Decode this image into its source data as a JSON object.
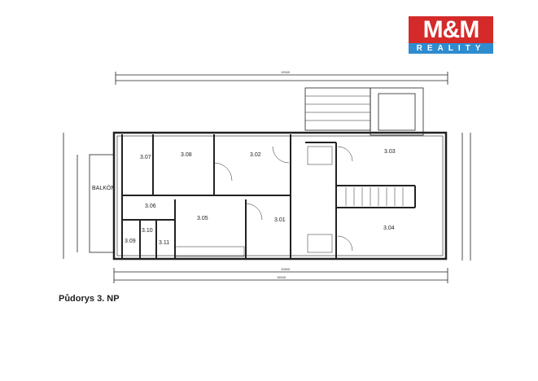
{
  "logo": {
    "brand": "M&M",
    "sub": "REALITY",
    "colors": {
      "red": "#d42a2a",
      "blue": "#2f8ccf"
    }
  },
  "title": "Půdorys 3. NP",
  "rooms": [
    {
      "id": "3.07"
    },
    {
      "id": "3.08"
    },
    {
      "id": "3.02"
    },
    {
      "id": "3.03"
    },
    {
      "id": "BALKÓN"
    },
    {
      "id": "3.06"
    },
    {
      "id": "3.05"
    },
    {
      "id": "3.01"
    },
    {
      "id": "3.04"
    },
    {
      "id": "3.10"
    },
    {
      "id": "3.09"
    },
    {
      "id": "3.11"
    }
  ],
  "dimensions": {
    "top_total": "19540",
    "bottom_total": "16540",
    "bottom_main": "10600"
  }
}
